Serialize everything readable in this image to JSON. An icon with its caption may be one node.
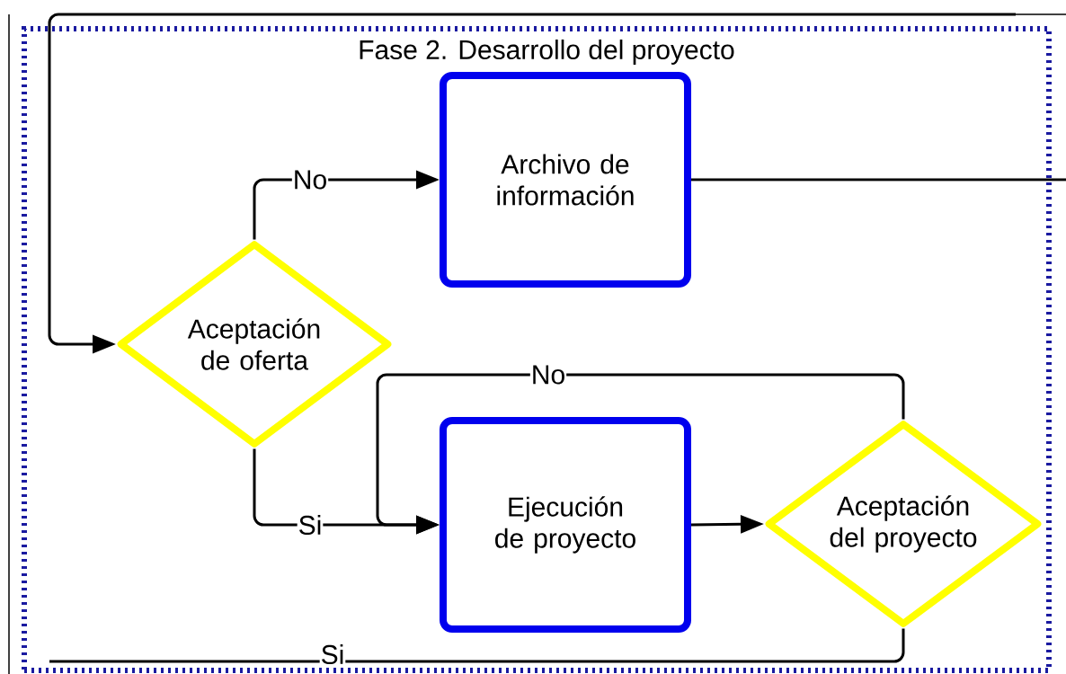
{
  "diagram": {
    "nodes": [
      {
        "text": [
          "Fase 2. Desarrollo del proyecto"
        ]
      },
      {
        "text": [
          "Aceptación de oferta"
        ],
        "in": 0
      },
      {
        "text": [
          "Archivo de información"
        ],
        "in": 0
      },
      {
        "text": [
          "Ejecución de proyecto"
        ],
        "in": 0
      },
      {
        "text": [
          "Aceptación del proyecto"
        ],
        "in": 0
      }
    ],
    "edges": [
      {
        "from": null,
        "to": 1,
        "arrow": "to"
      },
      {
        "from": 1,
        "to": 2,
        "arrow": "to",
        "label": "No"
      },
      {
        "from": 2,
        "to": null,
        "arrow": "none"
      },
      {
        "from": 1,
        "to": 3,
        "arrow": "to",
        "label": "Si"
      },
      {
        "from": 4,
        "to": 3,
        "arrow": "to",
        "label": "No"
      },
      {
        "from": 3,
        "to": 4,
        "arrow": "to"
      },
      {
        "from": 4,
        "to": null,
        "arrow": "none",
        "label": "Si"
      }
    ]
  }
}
